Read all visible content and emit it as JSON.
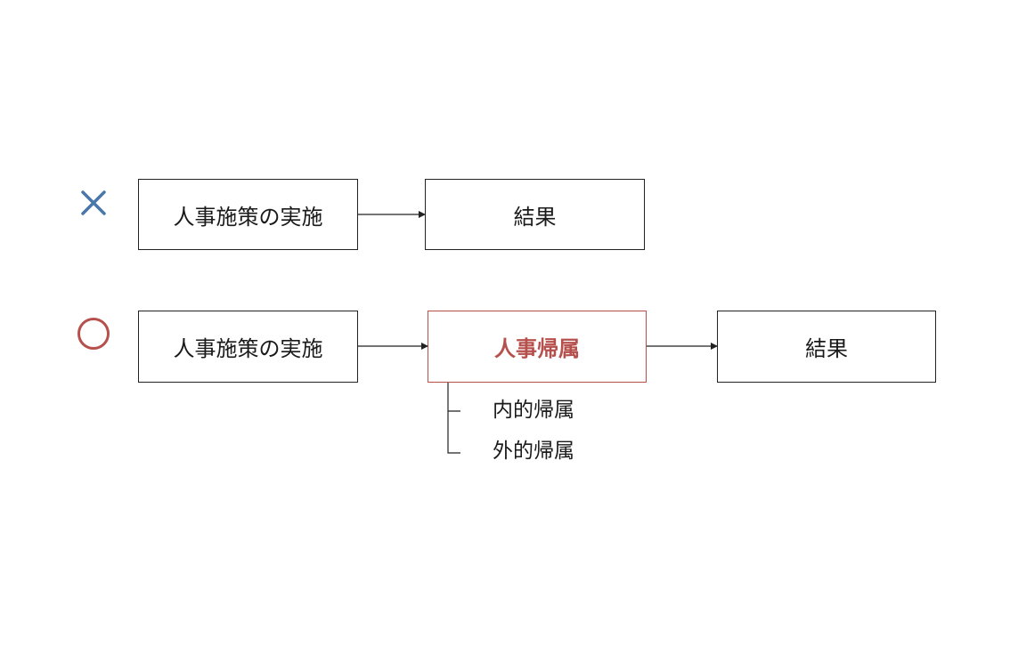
{
  "colors": {
    "wrong_mark": "#4a77ab",
    "correct_mark": "#b5504c",
    "accent": "#b5504c",
    "line": "#222222"
  },
  "icons": {
    "wrong": "cross-mark-icon",
    "correct": "circle-mark-icon"
  },
  "wrong_row": {
    "cause": "人事施策の実施",
    "result": "結果"
  },
  "correct_row": {
    "cause": "人事施策の実施",
    "mediator": "人事帰属",
    "result": "結果",
    "breakdown": [
      "内的帰属",
      "外的帰属"
    ]
  }
}
